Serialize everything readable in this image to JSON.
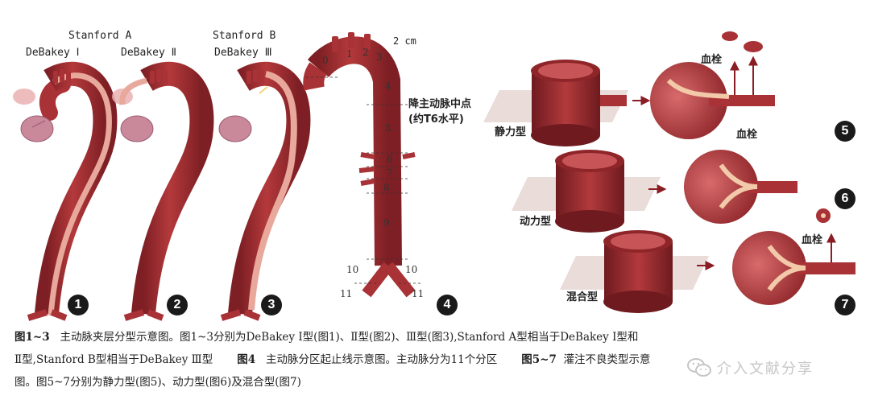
{
  "figures": {
    "fig1": {
      "stanford_label": "Stanford A",
      "debakey_label": "DeBakey Ⅰ",
      "number": "1"
    },
    "fig2": {
      "debakey_label": "DeBakey Ⅱ",
      "number": "2"
    },
    "fig3": {
      "stanford_label": "Stanford B",
      "debakey_label": "DeBakey Ⅲ",
      "number": "3"
    },
    "fig4": {
      "number": "4",
      "dist_label": "2 cm",
      "mid_label_line1": "降主动脉中点",
      "mid_label_line2": "(约T6水平)",
      "zones": [
        "0",
        "1",
        "2",
        "3",
        "4",
        "5",
        "6",
        "7",
        "8",
        "9",
        "10",
        "10",
        "11",
        "11"
      ]
    },
    "fig5": {
      "number": "5",
      "type_label": "静力型",
      "thrombus_top": "血栓",
      "thrombus_bottom": "血栓"
    },
    "fig6": {
      "number": "6",
      "type_label": "动力型"
    },
    "fig7": {
      "number": "7",
      "type_label": "混合型",
      "thrombus_label": "血栓"
    }
  },
  "caption": {
    "fig13_title": "图1~3",
    "fig13_text": "主动脉夹层分型示意图。图1~3分别为DeBakey Ⅰ型(图1)、Ⅱ型(图2)、Ⅲ型(图3),Stanford A型相当于DeBakey Ⅰ型和",
    "fig13_text2": "Ⅱ型,Stanford B型相当于DeBakey Ⅲ型",
    "fig4_title": "图4",
    "fig4_text": "主动脉分区起止线示意图。主动脉分为11个分区",
    "fig57_title": "图5~7",
    "fig57_text": "灌注不良类型示意",
    "fig57_text2": "图。图5~7分别为静力型(图5)、动力型(图6)及混合型(图7)"
  },
  "watermark": {
    "text": "介入文献分享",
    "icon": "wechat-icon"
  },
  "colors": {
    "aorta": "#a83236",
    "aorta_dark": "#7d1f24",
    "false_lumen": "#e8a89c",
    "flap": "#f2c9a9",
    "plane": "#e3d3cf",
    "arrow": "#8a1c24"
  }
}
